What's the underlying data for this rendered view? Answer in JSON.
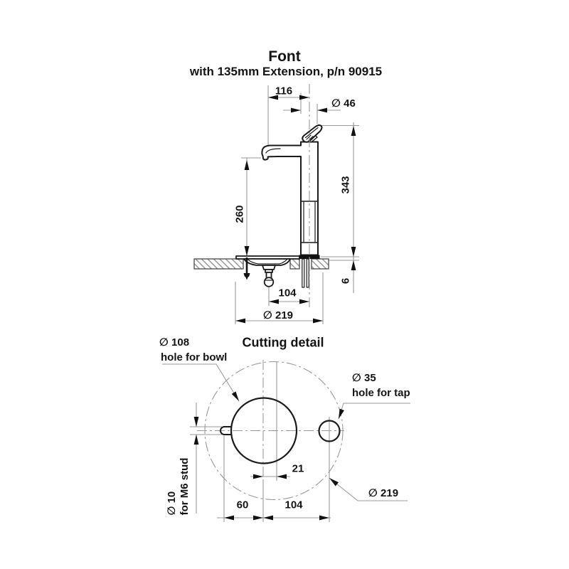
{
  "title": "Font",
  "subtitle": "with 135mm Extension, p/n 90915",
  "side_view": {
    "spout_offset": "116",
    "body_diameter": "∅ 46",
    "overall_height": "343",
    "spout_height": "260",
    "base_height": "6",
    "drain_to_tap_spacing": "104",
    "flange_diameter": "∅ 219"
  },
  "cutting_detail": {
    "heading": "Cutting detail",
    "bowl_hole_diameter": "∅ 108",
    "bowl_hole_label": "hole for bowl",
    "tap_hole_diameter": "∅ 35",
    "tap_hole_label": "hole for tap",
    "stud_hole_diameter": "∅ 10",
    "stud_hole_label": "for M6 stud",
    "cutout_diameter": "∅ 219",
    "bowl_center_offset": "21",
    "stud_offset": "60",
    "tap_hole_offset": "104"
  },
  "colors": {
    "ink": "#141414",
    "line_gray": "#9a9a9a",
    "background": "#ffffff"
  }
}
